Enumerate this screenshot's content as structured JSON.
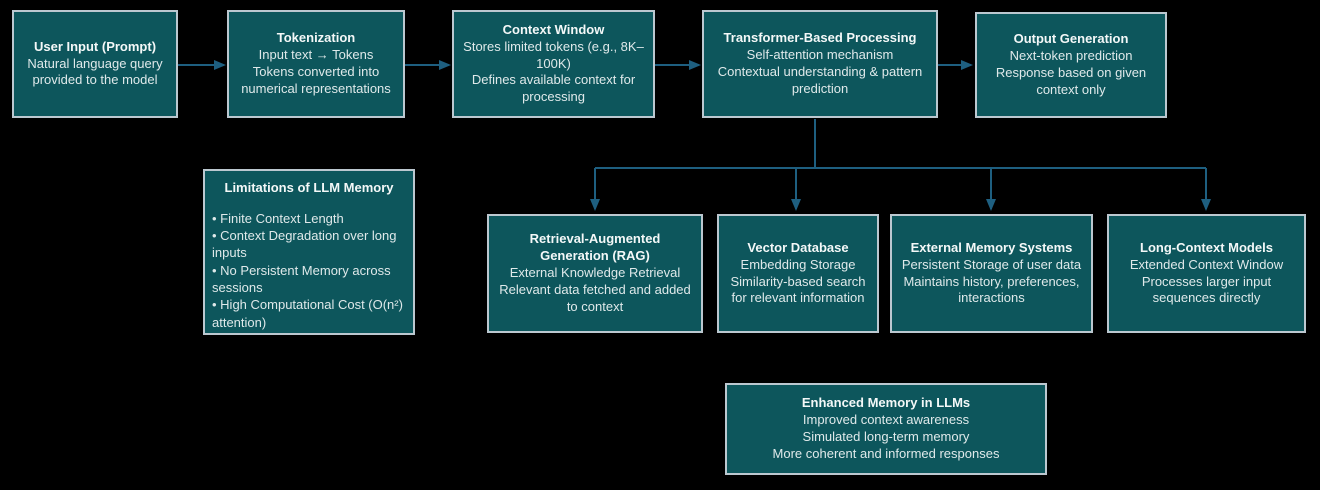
{
  "theme": {
    "background": "#000000",
    "box_fill": "#0d565c",
    "box_border": "#bcc8d0",
    "connector": "#1e5f80",
    "text": "#dfe9ea",
    "title_text": "#f4f8f8"
  },
  "nodes": {
    "user_input": {
      "title": "User Input (Prompt)",
      "lines": [
        "Natural language query provided to the model"
      ]
    },
    "tokenization": {
      "title": "Tokenization",
      "lines": [
        "Input text → Tokens",
        "Tokens converted into numerical representations"
      ]
    },
    "context_window": {
      "title": "Context Window",
      "lines": [
        "Stores limited tokens (e.g., 8K–100K)",
        "Defines available context for processing"
      ]
    },
    "transformer": {
      "title": "Transformer-Based Processing",
      "lines": [
        "Self-attention mechanism",
        "Contextual understanding & pattern prediction"
      ]
    },
    "output_generation": {
      "title": "Output Generation",
      "lines": [
        "Next-token prediction",
        "Response based on given context only"
      ]
    },
    "limitations": {
      "title": "Limitations of LLM Memory",
      "bullets": [
        "• Finite Context Length",
        "• Context Degradation over long inputs",
        "• No Persistent Memory across sessions",
        "• High Computational Cost (O(n²) attention)"
      ]
    },
    "rag": {
      "title": "Retrieval-Augmented Generation (RAG)",
      "lines": [
        "External Knowledge Retrieval",
        "Relevant data fetched and added to context"
      ]
    },
    "vector_database": {
      "title": "Vector Database",
      "lines": [
        "Embedding Storage",
        "Similarity-based search for relevant information"
      ]
    },
    "external_memory": {
      "title": "External Memory Systems",
      "lines": [
        "Persistent Storage of user data",
        "Maintains history, preferences, interactions"
      ]
    },
    "long_context": {
      "title": "Long-Context Models",
      "lines": [
        "Extended Context Window",
        "Processes larger input sequences directly"
      ]
    },
    "enhanced_memory": {
      "title": "Enhanced Memory in LLMs",
      "lines": [
        "Improved context awareness",
        "Simulated long-term memory",
        "More coherent and informed responses"
      ]
    }
  }
}
